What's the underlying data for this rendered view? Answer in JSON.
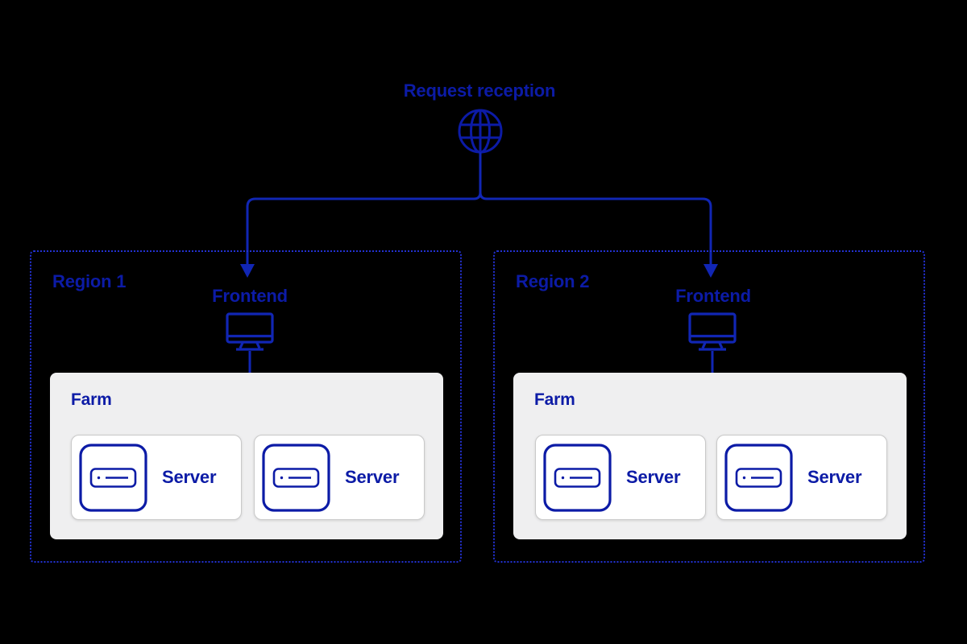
{
  "title": "Request reception",
  "reception_icon": "globe-icon",
  "colors": {
    "ink": "#0c1ba6",
    "line": "#1126b4",
    "region_border": "#2231d2",
    "farm_bg": "#efeff0",
    "card_bg": "#ffffff",
    "card_border": "#c9c9c9",
    "background": "#000000"
  },
  "regions": [
    {
      "label": "Region 1",
      "frontend": {
        "label": "Frontend",
        "icon": "monitor-icon"
      },
      "farm": {
        "label": "Farm",
        "servers": [
          {
            "label": "Server",
            "icon": "server-icon"
          },
          {
            "label": "Server",
            "icon": "server-icon"
          }
        ]
      }
    },
    {
      "label": "Region 2",
      "frontend": {
        "label": "Frontend",
        "icon": "monitor-icon"
      },
      "farm": {
        "label": "Farm",
        "servers": [
          {
            "label": "Server",
            "icon": "server-icon"
          },
          {
            "label": "Server",
            "icon": "server-icon"
          }
        ]
      }
    }
  ],
  "connections": [
    {
      "from": "request-reception",
      "to": "region-1-frontend"
    },
    {
      "from": "request-reception",
      "to": "region-2-frontend"
    },
    {
      "from": "region-1-frontend",
      "to": "region-1-server-1"
    },
    {
      "from": "region-1-frontend",
      "to": "region-1-server-2"
    },
    {
      "from": "region-2-frontend",
      "to": "region-2-server-1"
    },
    {
      "from": "region-2-frontend",
      "to": "region-2-server-2"
    }
  ]
}
